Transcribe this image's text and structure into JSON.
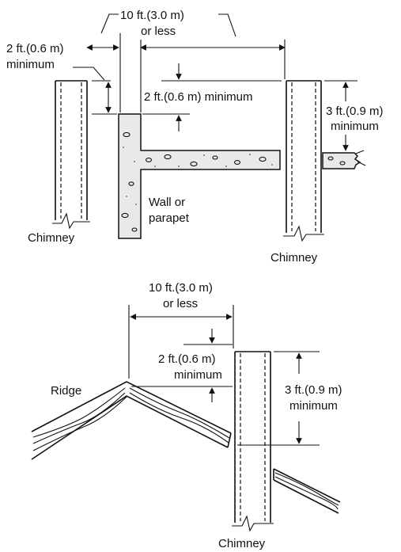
{
  "top_diagram": {
    "span_label_1": "10 ft.(3.0 m)",
    "span_label_2": "or less",
    "left_min_label_1": "2 ft.(0.6 m)",
    "left_min_label_2": "minimum",
    "mid_min_label": "2 ft.(0.6 m) minimum",
    "right_min_label_1": "3 ft.(0.9 m)",
    "right_min_label_2": "minimum",
    "wall_label_1": "Wall or",
    "wall_label_2": "parapet",
    "left_chimney_label": "Chimney",
    "right_chimney_label": "Chimney"
  },
  "bottom_diagram": {
    "span_label_1": "10 ft.(3.0 m)",
    "span_label_2": "or less",
    "min2_label_1": "2 ft.(0.6 m)",
    "min2_label_2": "minimum",
    "min3_label_1": "3 ft.(0.9 m)",
    "min3_label_2": "minimum",
    "ridge_label": "Ridge",
    "chimney_label": "Chimney"
  },
  "colors": {
    "ink": "#111111",
    "concrete": "#e9e9e9"
  }
}
